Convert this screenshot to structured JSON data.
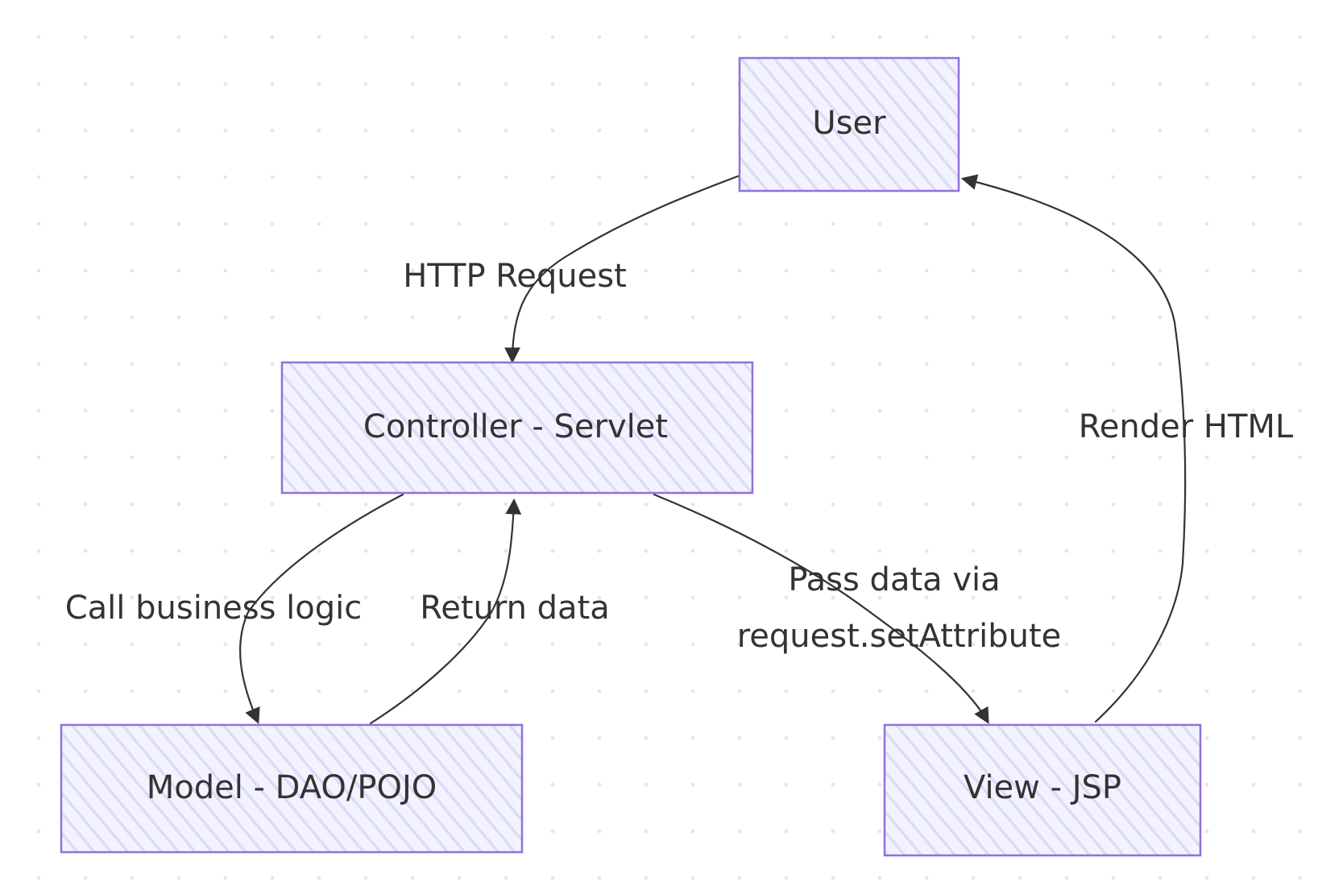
{
  "diagram": {
    "nodes": {
      "user": {
        "label": "User"
      },
      "controller": {
        "label": "Controller - Servlet"
      },
      "model": {
        "label": "Model - DAO/POJO"
      },
      "view": {
        "label": "View - JSP"
      }
    },
    "edges": {
      "http_request": {
        "from": "user",
        "to": "controller",
        "label": "HTTP Request"
      },
      "call_business_logic": {
        "from": "controller",
        "to": "model",
        "label": "Call business logic"
      },
      "return_data": {
        "from": "model",
        "to": "controller",
        "label": "Return data"
      },
      "pass_data": {
        "from": "controller",
        "to": "view",
        "label_line1": "Pass data via",
        "label_line2": "request.setAttribute"
      },
      "render_html": {
        "from": "view",
        "to": "user",
        "label": "Render HTML"
      }
    }
  },
  "colors": {
    "node_fill": "#ECECFF",
    "node_stroke": "#9370DB",
    "edge": "#333333",
    "text": "#333333",
    "dot_grid": "#E6E6E6"
  }
}
